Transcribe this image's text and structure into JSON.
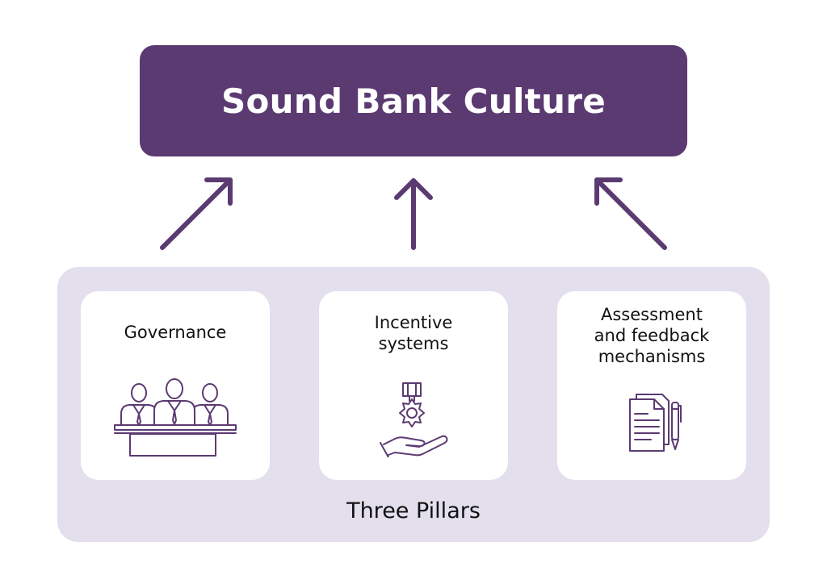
{
  "title": "Sound Bank Culture",
  "pillars_caption": "Three Pillars",
  "pillars": [
    {
      "label": "Governance",
      "icon": "board-meeting-icon"
    },
    {
      "label": "Incentive\nsystems",
      "icon": "medal-hand-icon"
    },
    {
      "label": "Assessment\nand feedback\nmechanisms",
      "icon": "document-pen-icon"
    }
  ],
  "colors": {
    "primary": "#5b3a72",
    "panel": "#e3dfed",
    "card": "#ffffff",
    "text": "#111111"
  }
}
